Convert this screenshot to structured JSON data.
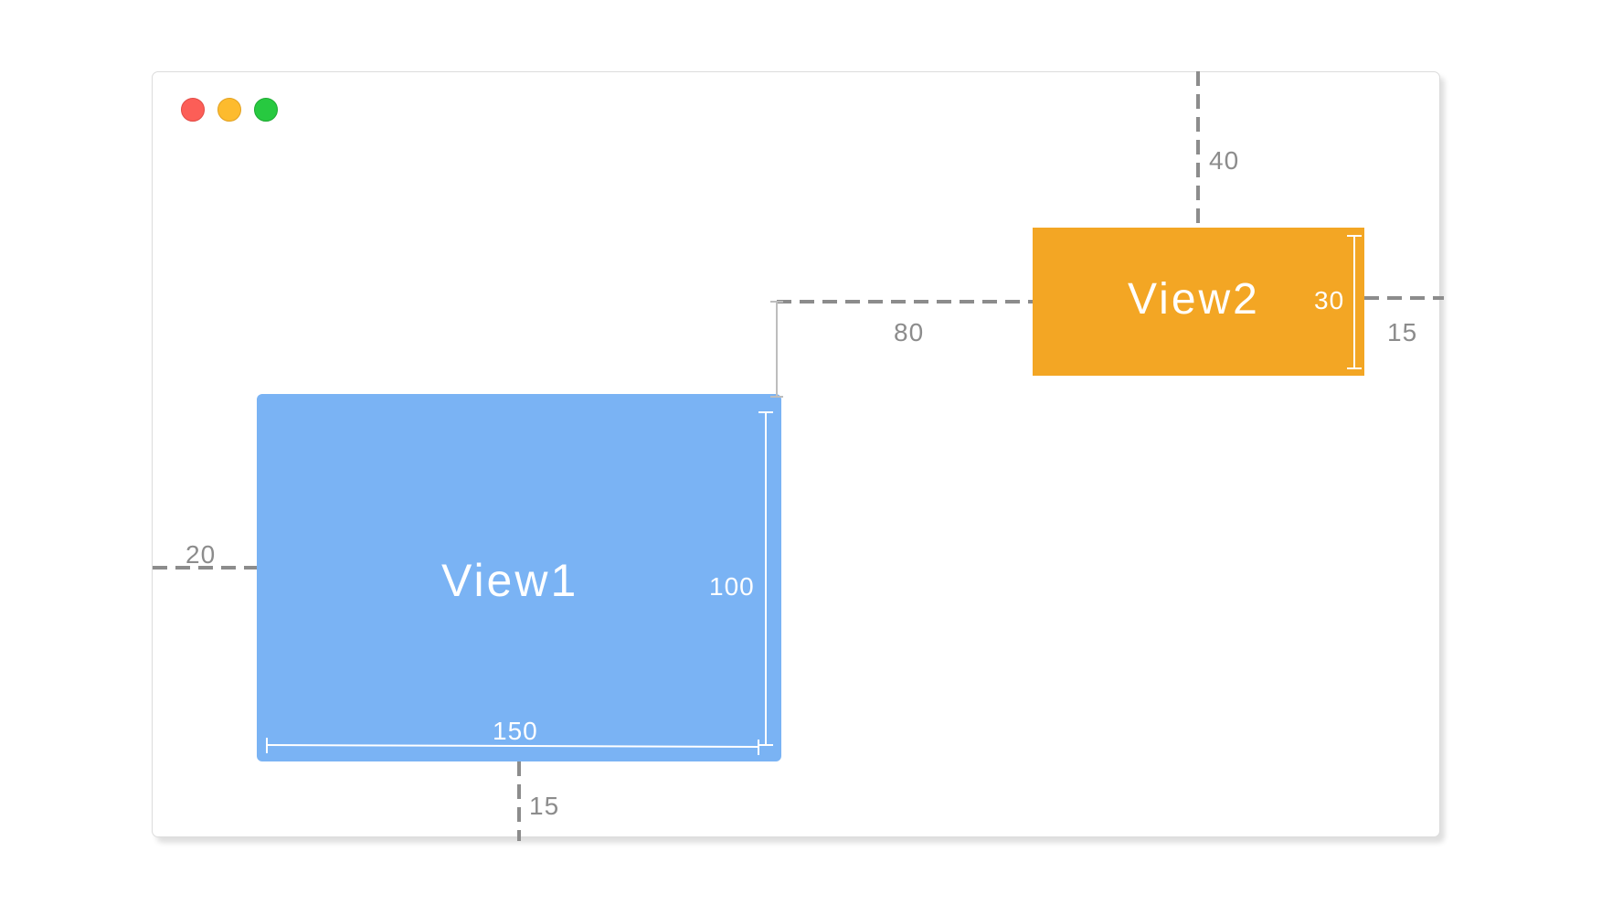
{
  "window": {
    "controls": [
      "close",
      "minimize",
      "zoom"
    ],
    "colors": {
      "close": "#fc5e57",
      "minimize": "#fdbb2e",
      "zoom": "#27c940"
    }
  },
  "view1": {
    "label": "View1",
    "color": "#7ab3f4",
    "width_label": "150",
    "height_label": "100",
    "left_margin_label": "20",
    "bottom_margin_label": "15"
  },
  "view2": {
    "label": "View2",
    "color": "#f3a624",
    "height_label": "30",
    "top_margin_label": "40",
    "right_margin_label": "15",
    "spacing_to_view1_label": "80"
  },
  "guide_color": "#8c8c8c"
}
